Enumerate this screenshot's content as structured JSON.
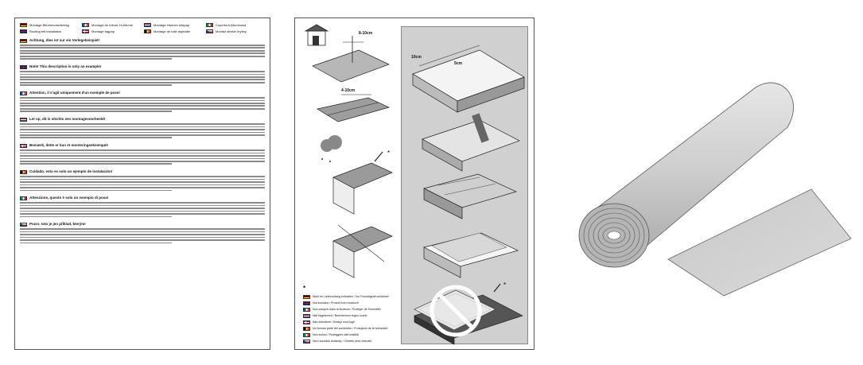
{
  "left_page": {
    "header_items": [
      {
        "flag": "de",
        "label": "Montage Bitumendachbelag"
      },
      {
        "flag": "fr",
        "label": "Montage de toiture en bitume"
      },
      {
        "flag": "nl",
        "label": "Montage bitumen dakpap"
      },
      {
        "flag": "it",
        "label": "Copertura bituminosa"
      },
      {
        "flag": "gb",
        "label": "Roofing felt installation"
      },
      {
        "flag": "dk",
        "label": "Montage tagpap"
      },
      {
        "flag": "be",
        "label": "Montage de toile asphalte"
      },
      {
        "flag": "cz",
        "label": "Montáž střešní krytiny"
      }
    ],
    "sections": [
      {
        "flag": "de",
        "title": "Achtung, dies ist nur ein Verlegebeispiel!"
      },
      {
        "flag": "gb",
        "title": "Note! This description is only an example!"
      },
      {
        "flag": "fr",
        "title": "Attention, il s'agit uniquement d'un exemple de pose!"
      },
      {
        "flag": "nl",
        "title": "Let op, dit is slechts een montagevoorbeeld!"
      },
      {
        "flag": "dk",
        "title": "Bemærk, dette er kun et monteringseksempel!"
      },
      {
        "flag": "be",
        "title": "Cuidado, esto es solo un ejemplo de instalación!"
      },
      {
        "flag": "it",
        "title": "Attenzione, questo è solo un esempio di posa!"
      },
      {
        "flag": "cz",
        "title": "Pozor, toto je jen příklad, kterým!"
      }
    ]
  },
  "mid_page": {
    "dimensions": {
      "overlap_top": "8-10cm",
      "overlap_side": "4-10cm",
      "overlap_grey": "10cm",
      "length_grey": "5cm"
    },
    "legend_asterisk": "*",
    "legend": [
      {
        "flag": "de",
        "text": "Nicht im Lieferumfang enthalten / Vor Feuchtigkeit schützen!"
      },
      {
        "flag": "gb",
        "text": "Not included / Protect from moisture!"
      },
      {
        "flag": "fr",
        "text": "Non compris dans la livraison / Protéger de l'humidité!"
      },
      {
        "flag": "nl",
        "text": "Niet bijgeleverd / Beschermen tegen vocht!"
      },
      {
        "flag": "dk",
        "text": "Ikke inkluderet / Beskyt mod fugt!"
      },
      {
        "flag": "be",
        "text": "No forman parte del suministro / Protegerlo de la humedad!"
      },
      {
        "flag": "it",
        "text": "Non inclusi / Proteggere dall'umidità!"
      },
      {
        "flag": "cz",
        "text": "Není součástí dodávky / Chraňte před vlhkostí!"
      }
    ]
  },
  "colors": {
    "roll_light": "#d4d4d4",
    "roll_mid": "#bdbdbd",
    "roll_dark": "#8c8c8c",
    "panel_grey": "#d0d0d0"
  }
}
